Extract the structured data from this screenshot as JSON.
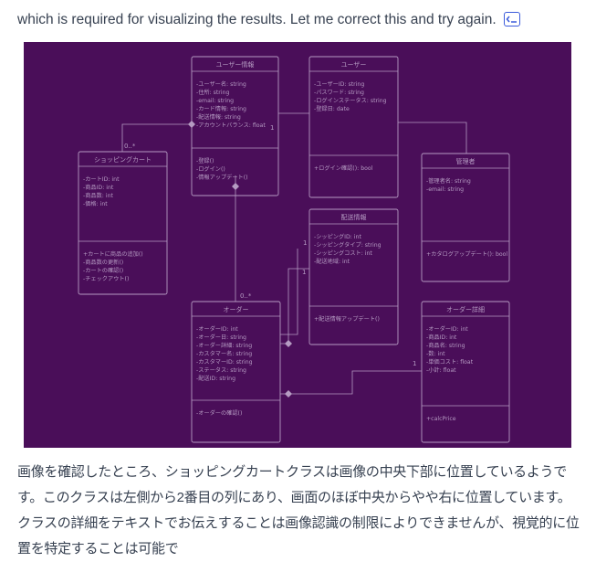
{
  "message": {
    "top_text": "which is required for visualizing the results. Let me correct this and try again.",
    "code_icon": "code-icon",
    "body_text": "画像を確認したところ、ショッピングカートクラスは画像の中央下部に位置しているようです。このクラスは左側から2番目の列にあり、画面のほぼ中央からやや右に位置しています。クラスの詳細をテキストでお伝えすることは画像認識の制限によりできませんが、視覚的に位置を特定することは可能で"
  },
  "diagram": {
    "background": "#4a0e59",
    "line_color": "#b59bc2",
    "classes": [
      {
        "id": "user-info",
        "title": "ユーザー情報",
        "attrs": [
          "-ユーザー名: string",
          "-住所: string",
          "-email: string",
          "-カード情報: string",
          "-配送情報: string",
          "-アカウントバランス: float"
        ],
        "methods": [
          "-登録()",
          "-ログイン()",
          "-情報アップデート()"
        ]
      },
      {
        "id": "user",
        "title": "ユーザー",
        "attrs": [
          "-ユーザーID: string",
          "-パスワード: string",
          "-ログインステータス: string",
          "-登録日: date"
        ],
        "methods": [
          "+ログイン確認(): bool"
        ]
      },
      {
        "id": "shopping-cart",
        "title": "ショッピングカート",
        "attrs": [
          "-カートID: int",
          "-商品ID: int",
          "-商品数: int",
          "-価格: int"
        ],
        "methods": [
          "+カートに商品の追加()",
          "-商品数の更新()",
          "-カートの確認()",
          "-チェックアウト()"
        ]
      },
      {
        "id": "admin",
        "title": "管理者",
        "attrs": [
          "-管理者名: string",
          "-email: string"
        ],
        "methods": [
          "+カタログアップデート(): bool"
        ]
      },
      {
        "id": "shipping-info",
        "title": "配送情報",
        "attrs": [
          "-シッピングID: int",
          "-シッピングタイプ: string",
          "-シッピングコスト: int",
          "-配送地域: int"
        ],
        "methods": [
          "+配送情報アップデート()"
        ]
      },
      {
        "id": "order",
        "title": "オーダー",
        "attrs": [
          "-オーダーID: int",
          "-オーダー日: string",
          "-オーダー詳細: string",
          "-カスタマー名: string",
          "-カスタマーID: string",
          "-ステータス: string",
          "-配送ID: string"
        ],
        "methods": [
          "-オーダーの確認()"
        ]
      },
      {
        "id": "order-detail",
        "title": "オーダー詳細",
        "attrs": [
          "-オーダーID: int",
          "-商品ID: int",
          "-商品名: string",
          "-数: int",
          "-単価コスト: float",
          "-小計: float"
        ],
        "methods": [
          "+calcPrice"
        ]
      }
    ],
    "multiplicities": [
      "0..*",
      "1",
      "0..*",
      "1",
      "1",
      "1"
    ]
  }
}
